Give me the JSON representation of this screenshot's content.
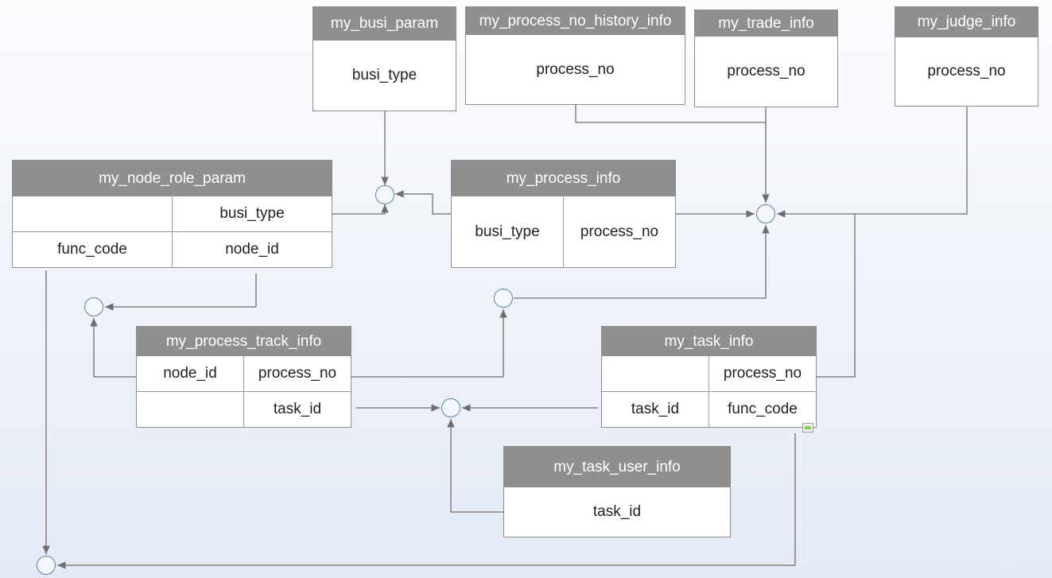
{
  "entities": {
    "busi_param": {
      "title": "my_busi_param",
      "fields": [
        "busi_type"
      ]
    },
    "process_no_history_info": {
      "title": "my_process_no_history_info",
      "fields": [
        "process_no"
      ]
    },
    "trade_info": {
      "title": "my_trade_info",
      "fields": [
        "process_no"
      ]
    },
    "judge_info": {
      "title": "my_judge_info",
      "fields": [
        "process_no"
      ]
    },
    "node_role_param": {
      "title": "my_node_role_param",
      "fields": [
        "busi_type",
        "func_code",
        "node_id"
      ]
    },
    "process_info": {
      "title": "my_process_info",
      "fields": [
        "busi_type",
        "process_no"
      ]
    },
    "process_track_info": {
      "title": "my_process_track_info",
      "fields": [
        "node_id",
        "process_no",
        "task_id"
      ]
    },
    "task_info": {
      "title": "my_task_info",
      "fields": [
        "process_no",
        "task_id",
        "func_code"
      ]
    },
    "task_user_info": {
      "title": "my_task_user_info",
      "fields": [
        "task_id"
      ]
    }
  },
  "colors": {
    "header": "#8f8f8f",
    "connector": "#6e6e6e",
    "junction_fill": "#f4f7fd",
    "junction_stroke": "#5b7fa8"
  }
}
